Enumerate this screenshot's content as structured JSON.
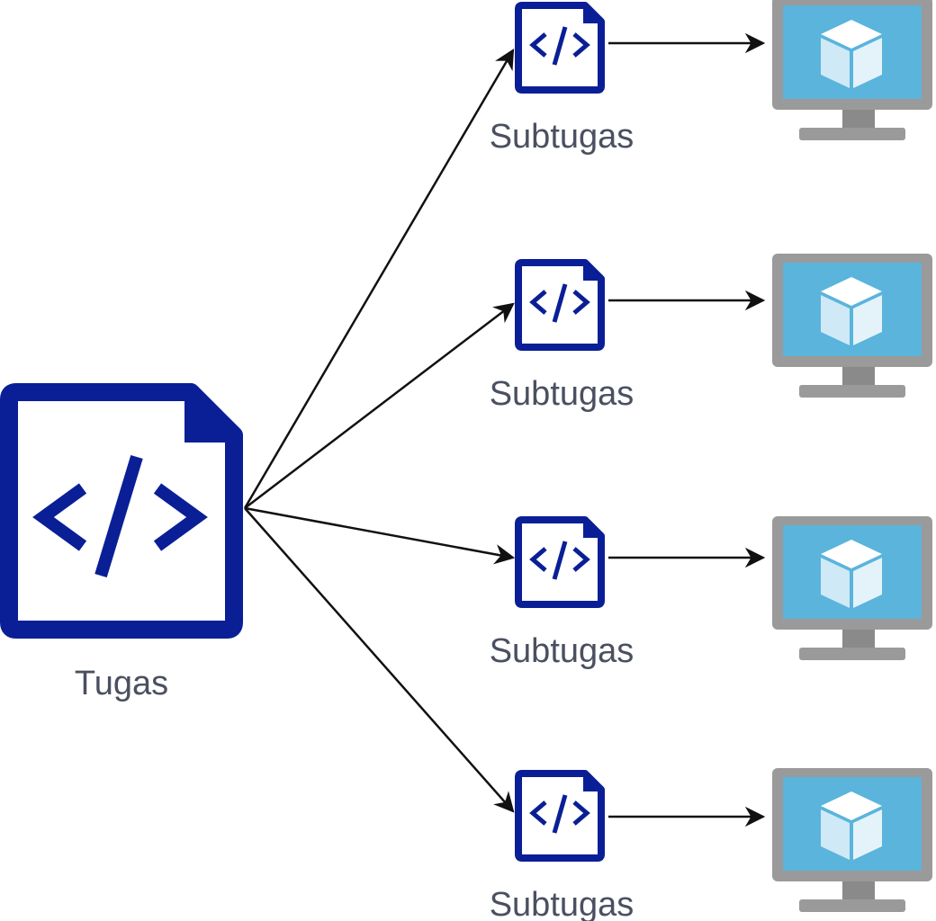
{
  "main_task": {
    "label": "Tugas",
    "icon": "code-file-icon"
  },
  "subtasks": [
    {
      "label": "Subtugas",
      "icon": "code-file-icon",
      "target_icon": "virtual-machine-icon"
    },
    {
      "label": "Subtugas",
      "icon": "code-file-icon",
      "target_icon": "virtual-machine-icon"
    },
    {
      "label": "Subtugas",
      "icon": "code-file-icon",
      "target_icon": "virtual-machine-icon"
    },
    {
      "label": "Subtugas",
      "icon": "code-file-icon",
      "target_icon": "virtual-machine-icon"
    }
  ],
  "colors": {
    "file_stroke": "#0a1f96",
    "monitor_frame": "#9a9a9a",
    "monitor_screen": "#5ab4dc",
    "cube": "#cfe9f6",
    "connector": "#111111",
    "label_text": "#4a5060"
  }
}
